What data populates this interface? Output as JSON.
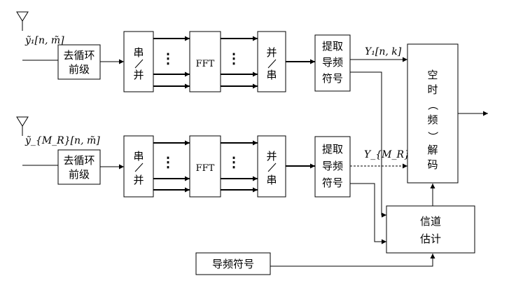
{
  "labels": {
    "rx1_signal": "ỹ₁[n, m̃]",
    "rxM_signal": "ỹ_{M_R}[n, m̃]",
    "remove_cp_line1": "去循环",
    "remove_cp_line2": "前级",
    "serial_to_parallel_top": "串",
    "serial_to_parallel_bottom": "并",
    "fft": "FFT",
    "parallel_to_serial_top": "并",
    "parallel_to_serial_bottom": "串",
    "pilot_extract_line1": "提取",
    "pilot_extract_line2": "导频",
    "pilot_extract_line3": "符号",
    "y1_output": "Y₁[n, k]",
    "yM_output": "Y_{M_R}[n, k]",
    "decoder_chars": [
      "空",
      "时",
      "（",
      "频",
      "）",
      "解",
      "码"
    ],
    "channel_est_line1": "信道",
    "channel_est_line2": "估计",
    "pilot_symbols": "导频符号",
    "dots": "⋮"
  },
  "colors": {
    "line": "#000000",
    "background": "#ffffff"
  }
}
